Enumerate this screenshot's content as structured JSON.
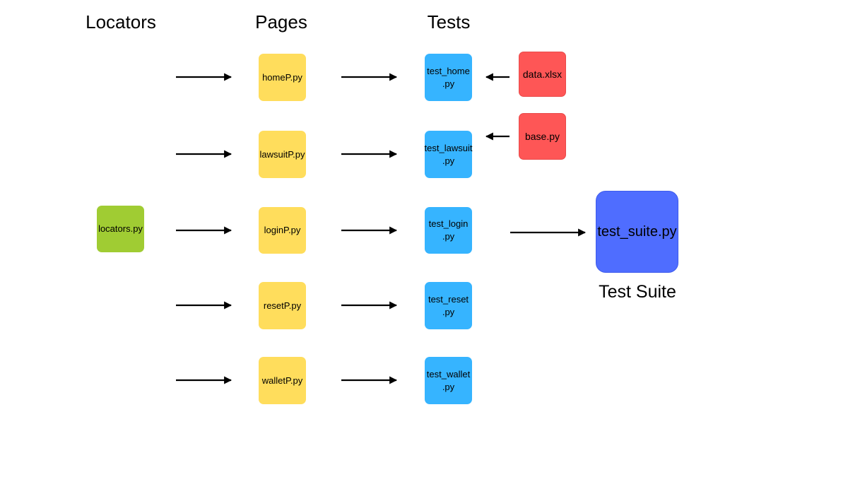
{
  "headers": {
    "locators": "Locators",
    "pages": "Pages",
    "tests": "Tests"
  },
  "locators_file": "locators.py",
  "pages": [
    "homeP.py",
    "lawsuitP.py",
    "loginP.py",
    "resetP.py",
    "walletP.py"
  ],
  "tests": [
    "test_home\n.py",
    "test_lawsuit\n.py",
    "test_login\n.py",
    "test_reset\n.py",
    "test_wallet\n.py"
  ],
  "inputs": {
    "data": "data.xlsx",
    "base": "base.py"
  },
  "suite": {
    "file": "test_suite.py",
    "caption": "Test Suite"
  },
  "colors": {
    "page": "#ffdd5c",
    "test": "#36b4ff",
    "input": "#fe5656",
    "locators": "#a0cc33",
    "suite": "#4f6dff"
  }
}
